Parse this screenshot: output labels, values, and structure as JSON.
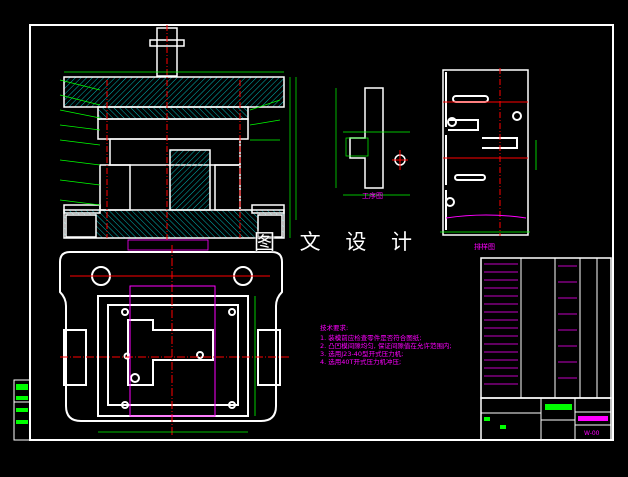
{
  "drawing": {
    "watermark": "图 文 设 计",
    "process_view_label": "工序图",
    "strip_layout_label": "排样图",
    "technical_requirements": {
      "title": "技术要求:",
      "items": [
        "1. 装模前应检查零件是否符合图纸;",
        "2. 凸凹模间隙均匀, 保证间隙值在允许范围内;",
        "3. 选用J23-40型开式压力机;",
        "4. 选用40T开式压力机冲压;"
      ]
    },
    "title_block": {
      "drawing_number": "W-00"
    },
    "colors": {
      "background": "#000000",
      "outline": "#ffffff",
      "centerline": "#ff0000",
      "dimension": "#00ff00",
      "text": "#ff00ff",
      "hatch": "#00c8c8"
    }
  }
}
